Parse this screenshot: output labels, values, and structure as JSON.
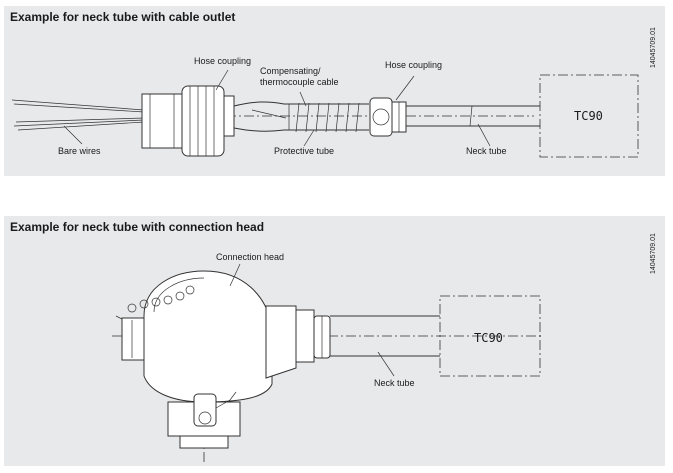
{
  "panel1": {
    "title": "Example for neck tube with cable outlet",
    "code": "14045709.01",
    "labels": {
      "hose_coupling_left": "Hose coupling",
      "compensating_cable_line1": "Compensating/",
      "compensating_cable_line2": "thermocouple cable",
      "hose_coupling_right": "Hose coupling",
      "bare_wires": "Bare wires",
      "protective_tube": "Protective tube",
      "neck_tube": "Neck tube",
      "tc90": "TC90"
    }
  },
  "panel2": {
    "title": "Example for neck tube with connection head",
    "code": "14045709.01",
    "labels": {
      "connection_head": "Connection head",
      "neck_tube": "Neck tube",
      "tc90": "TC90"
    }
  }
}
